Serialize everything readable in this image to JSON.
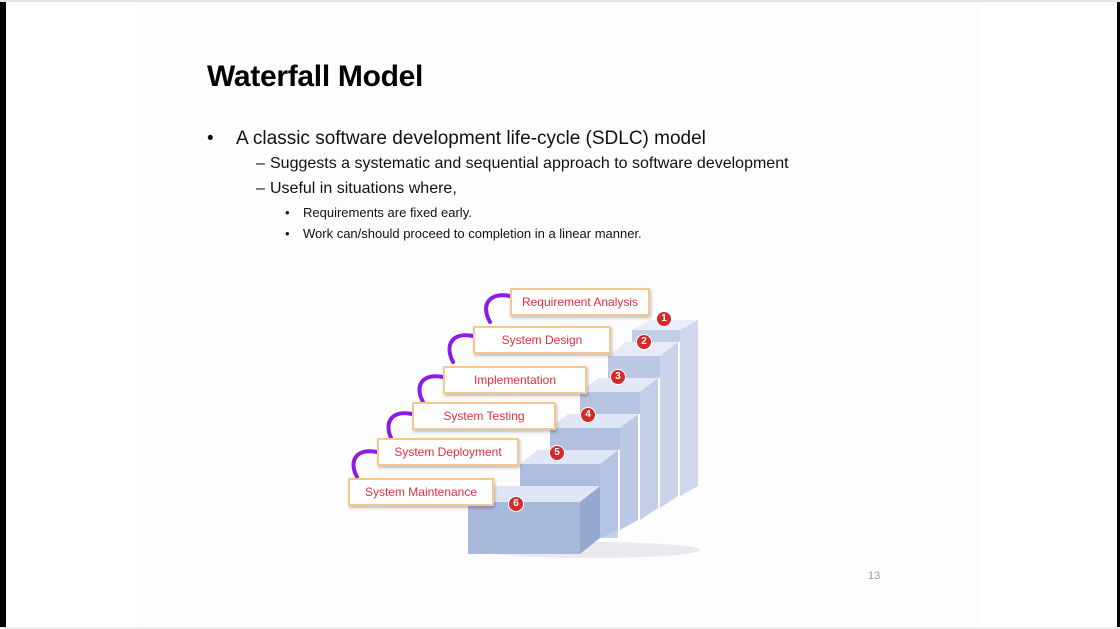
{
  "slide": {
    "title": "Waterfall Model",
    "bullets": {
      "level1": "A classic software development life-cycle (SDLC) model",
      "level2_a": "Suggests a systematic and sequential approach to software development",
      "level2_b": "Useful in situations where,",
      "level3_a": "Requirements are fixed early.",
      "level3_b": "Work can/should proceed to completion in a linear manner."
    },
    "bullet_glyph": "•",
    "dash_glyph": "–",
    "page_number": "13"
  },
  "diagram": {
    "stages": [
      {
        "number": "1",
        "label": "Requirement Analysis"
      },
      {
        "number": "2",
        "label": "System Design"
      },
      {
        "number": "3",
        "label": "Implementation"
      },
      {
        "number": "4",
        "label": "System Testing"
      },
      {
        "number": "5",
        "label": "System Deployment"
      },
      {
        "number": "6",
        "label": "System Maintenance"
      }
    ],
    "colors": {
      "label_text": "#e0303c",
      "label_border": "#f6c78f",
      "badge": "#d42a2a",
      "connector": "#8a1be8",
      "stair_top": "#dfe6f5",
      "stair_front": "#a9b9dc",
      "stair_side": "#c6d1ea"
    }
  }
}
